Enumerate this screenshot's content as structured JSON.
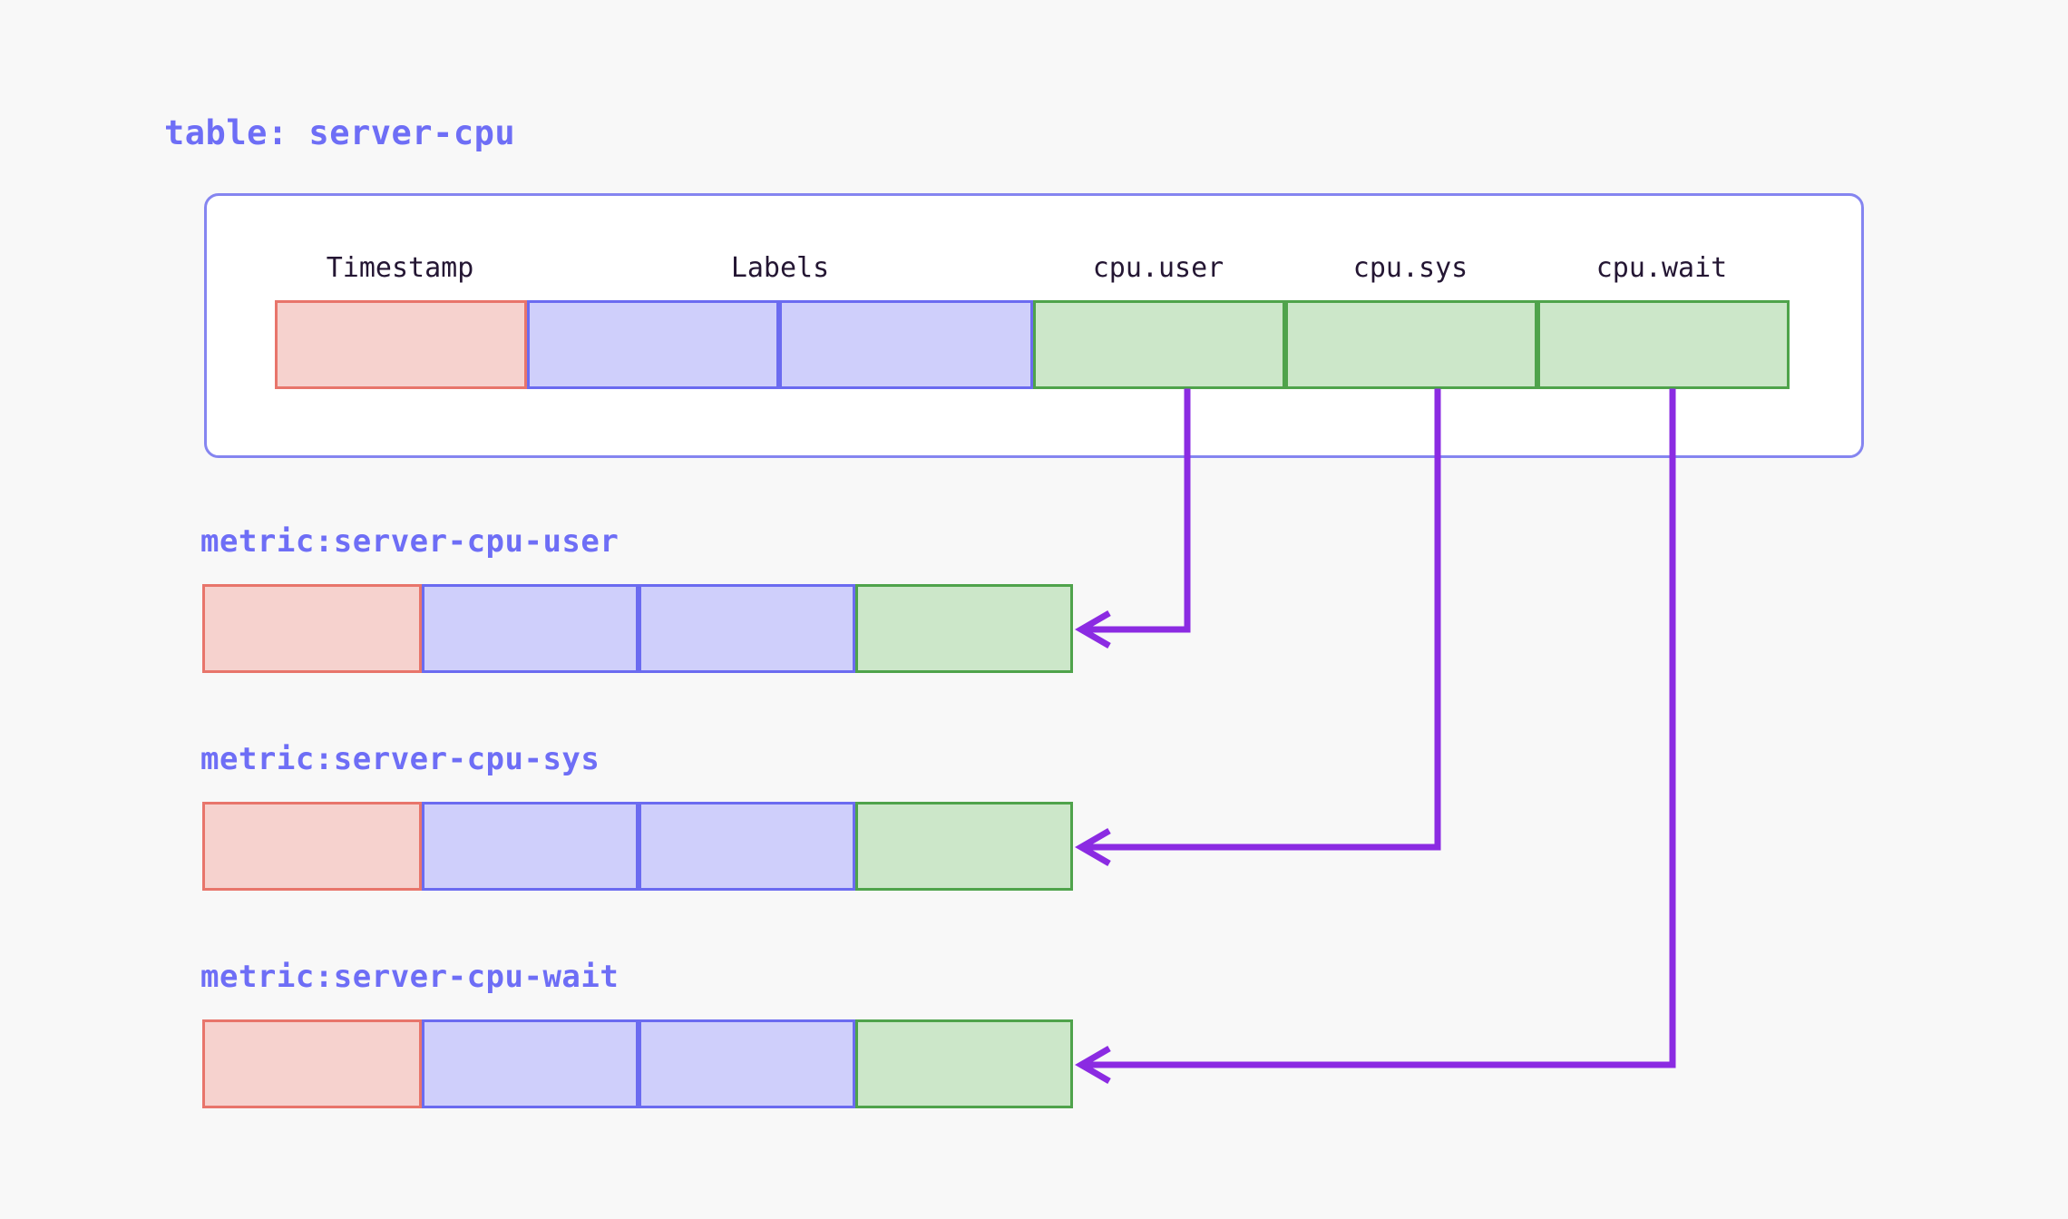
{
  "page": {
    "background": "#f8f8f8",
    "accent_blue": "#6e6ef6",
    "arrow_color": "#8b2be2"
  },
  "table": {
    "title": "table: server-cpu",
    "card": {
      "border_color": "#8585f0",
      "fill": "#ffffff"
    },
    "columns": [
      {
        "id": "timestamp",
        "label": "Timestamp",
        "kind": "timestamp",
        "fill": "#f6d2ce",
        "border": "#e8756b"
      },
      {
        "id": "labels",
        "label": "Labels",
        "kind": "labels",
        "fill": "#cfcffb",
        "border": "#6b6bf0"
      },
      {
        "id": "cpu_user",
        "label": "cpu.user",
        "kind": "metric",
        "fill": "#cce7c9",
        "border": "#4fa34b"
      },
      {
        "id": "cpu_sys",
        "label": "cpu.sys",
        "kind": "metric",
        "fill": "#cce7c9",
        "border": "#4fa34b"
      },
      {
        "id": "cpu_wait",
        "label": "cpu.wait",
        "kind": "metric",
        "fill": "#cce7c9",
        "border": "#4fa34b"
      }
    ],
    "row_cells": [
      {
        "id": "ts",
        "kind": "timestamp"
      },
      {
        "id": "lb1",
        "kind": "labels"
      },
      {
        "id": "lb2",
        "kind": "labels"
      },
      {
        "id": "user",
        "kind": "metric"
      },
      {
        "id": "sys",
        "kind": "metric"
      },
      {
        "id": "wait",
        "kind": "metric"
      }
    ]
  },
  "metrics": [
    {
      "id": "user",
      "title": "metric:server-cpu-user",
      "source_column": "cpu.user",
      "cells": [
        {
          "id": "ts",
          "kind": "timestamp"
        },
        {
          "id": "lb1",
          "kind": "labels"
        },
        {
          "id": "lb2",
          "kind": "labels"
        },
        {
          "id": "val",
          "kind": "metric"
        }
      ]
    },
    {
      "id": "sys",
      "title": "metric:server-cpu-sys",
      "source_column": "cpu.sys",
      "cells": [
        {
          "id": "ts",
          "kind": "timestamp"
        },
        {
          "id": "lb1",
          "kind": "labels"
        },
        {
          "id": "lb2",
          "kind": "labels"
        },
        {
          "id": "val",
          "kind": "metric"
        }
      ]
    },
    {
      "id": "wait",
      "title": "metric:server-cpu-wait",
      "source_column": "cpu.wait",
      "cells": [
        {
          "id": "ts",
          "kind": "timestamp"
        },
        {
          "id": "lb1",
          "kind": "labels"
        },
        {
          "id": "lb2",
          "kind": "labels"
        },
        {
          "id": "val",
          "kind": "metric"
        }
      ]
    }
  ],
  "connectors": [
    {
      "id": "user",
      "from": "cpu.user",
      "to": "metric:server-cpu-user"
    },
    {
      "id": "sys",
      "from": "cpu.sys",
      "to": "metric:server-cpu-sys"
    },
    {
      "id": "wait",
      "from": "cpu.wait",
      "to": "metric:server-cpu-wait"
    }
  ]
}
